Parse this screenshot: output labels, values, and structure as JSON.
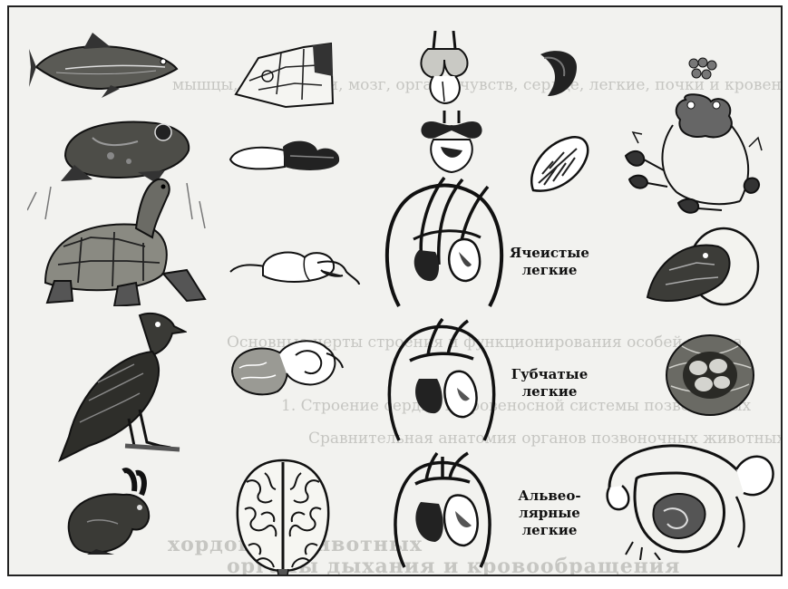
{
  "background_text": [
    "мышцы, конечности, мозг, органы чувств, сердце, легкие, почки и кровеносная",
    "Основные черты строения и функционирования особей класса",
    "1. Строение сердца и кровеносной системы позвоночных",
    "Сравнительная анатомия органов позвоночных животных",
    "хордовых животных",
    "органы дыхания и кровообращения"
  ],
  "lung_labels": {
    "cellular": [
      "Ячеистые",
      "легкие"
    ],
    "spongy": [
      "Губчатые",
      "легкие"
    ],
    "alveolar": [
      "Альвео-",
      "лярные",
      "легкие"
    ]
  },
  "rows": [
    {
      "animal": "fish",
      "brain": "fish-skull",
      "heart": "two-chamber-heart",
      "lung": "swim-bladder",
      "offspring": "eggs"
    },
    {
      "animal": "frog",
      "brain": "frog-brain",
      "heart": "three-chamber-heart",
      "lung": "frog-lung",
      "offspring": "tadpole-development"
    },
    {
      "animal": "tortoise",
      "brain": "reptile-brain",
      "heart": "reptile-heart",
      "lung": "cellular-lungs",
      "offspring": "hatching-turtle"
    },
    {
      "animal": "eagle",
      "brain": "bird-brain",
      "heart": "bird-heart",
      "lung": "spongy-lungs",
      "offspring": "nest-with-eggs"
    },
    {
      "animal": "rabbit",
      "brain": "mammal-brain",
      "heart": "mammal-heart",
      "lung": "alveolar-lungs",
      "offspring": "uterus-with-embryo"
    }
  ]
}
